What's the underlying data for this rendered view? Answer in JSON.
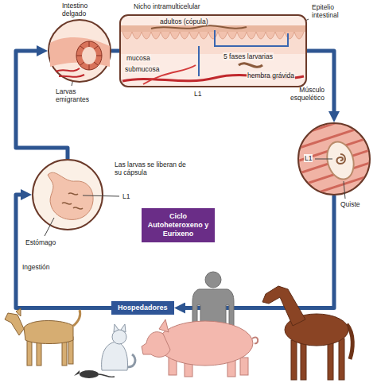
{
  "diagram": {
    "nodes": [
      {
        "text": [
          "Intestino delgado"
        ]
      },
      {
        "text": [
          "Nicho intramulticelular",
          "adultos (cópula)",
          "mucosa",
          "submucosa",
          "5 fases larvarias",
          "hembra grávida"
        ]
      },
      {
        "text": [
          "Músculo esquelético",
          "L1",
          "Quiste"
        ]
      },
      {
        "text": [
          "Las larvas se liberan de su cápsula",
          "L1",
          "Estómago"
        ]
      },
      {
        "text": [
          "Ciclo Autoheteroxeno y Eurixeno"
        ]
      },
      {
        "text": [
          "Hospedadores"
        ]
      }
    ],
    "edges": [
      {
        "from": 5,
        "to": 3,
        "arrow": "to",
        "label": "Ingestión"
      },
      {
        "from": 3,
        "to": 0,
        "arrow": "to"
      },
      {
        "from": 0,
        "to": 1,
        "arrow": "none"
      },
      {
        "from": 1,
        "to": 2,
        "arrow": "to"
      },
      {
        "from": 2,
        "to": 5,
        "arrow": "to"
      }
    ],
    "labels": [
      "Epitelio intestinal",
      "Larvas emigrantes",
      "L1"
    ]
  }
}
